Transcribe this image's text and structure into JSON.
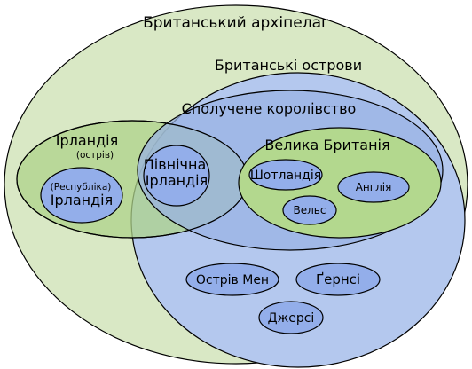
{
  "diagram": {
    "archipelago": {
      "label": "Британський архіпелаг"
    },
    "british_isles": {
      "label": "Британські острови"
    },
    "united_kingdom": {
      "label": "Сполучене королівство"
    },
    "ireland_island": {
      "label": "Ірландія",
      "sublabel": "(острів)"
    },
    "republic_of_ireland": {
      "label_small": "(Республіка)",
      "label": "Ірландія"
    },
    "northern_ireland": {
      "line1": "Північна",
      "line2": "Ірландія"
    },
    "great_britain": {
      "label": "Велика Британія"
    },
    "scotland": {
      "label": "Шотландія"
    },
    "england": {
      "label": "Англія"
    },
    "wales": {
      "label": "Вельс"
    },
    "isle_of_man": {
      "label": "Острів Мен"
    },
    "guernsey": {
      "label": "Ґернсі"
    },
    "jersey": {
      "label": "Джерсі"
    }
  },
  "colors": {
    "archipelago_fill": "#d9e8c5",
    "british_isles_fill": "#b4c8ee",
    "united_kingdom_fill": "#99b2e4",
    "ireland_island_fill": "#aed38a",
    "great_britain_fill": "#b3d88e",
    "country_fill": "#93aeea",
    "stroke": "#000000"
  }
}
